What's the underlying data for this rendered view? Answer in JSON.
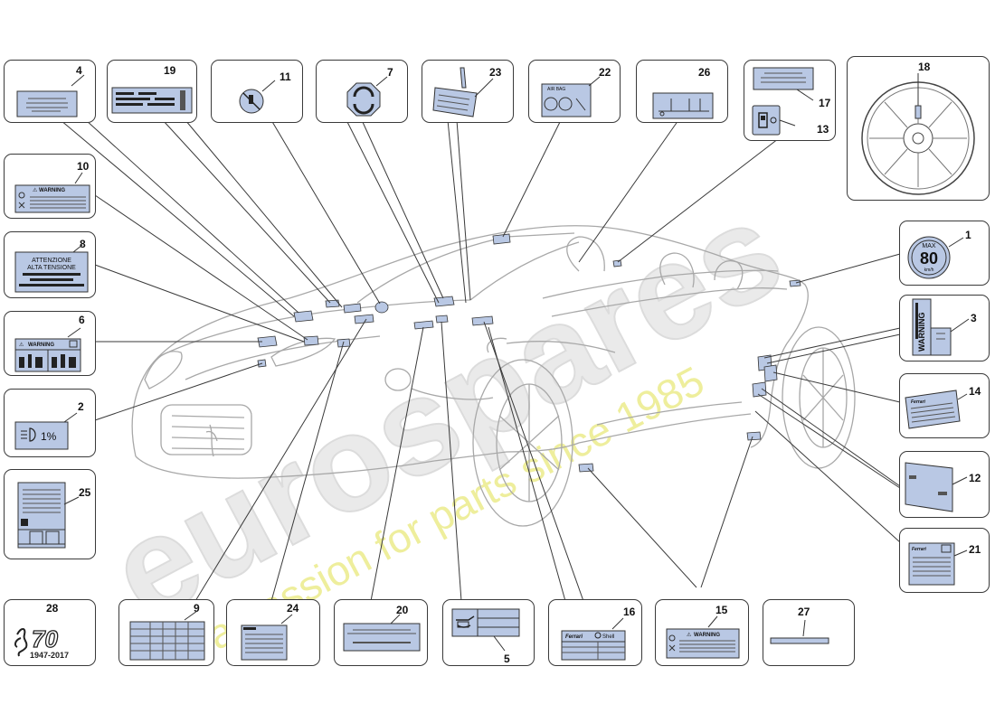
{
  "callouts": {
    "c1": "1",
    "c2": "2",
    "c3": "3",
    "c4": "4",
    "c5": "5",
    "c6": "6",
    "c7": "7",
    "c8": "8",
    "c9": "9",
    "c10": "10",
    "c11": "11",
    "c12": "12",
    "c13": "13",
    "c14": "14",
    "c15": "15",
    "c16": "16",
    "c17": "17",
    "c18": "18",
    "c19": "19",
    "c20": "20",
    "c21": "21",
    "c22": "22",
    "c23": "23",
    "c24": "24",
    "c25": "25",
    "c26": "26",
    "c27": "27",
    "c28": "28"
  },
  "label_texts": {
    "warning": "WARNING",
    "attenzione_line1": "ATTENZIONE",
    "attenzione_line2": "ALTA TENSIONE",
    "headlamp_pct": "1%",
    "max_word": "MAX",
    "max_speed": "80",
    "speed_unit": "km/h",
    "airbag": "AIR BAG",
    "shell": "Shell",
    "ferrari": "Ferrari",
    "anniv_number": "70",
    "anniv_years": "1947-2017"
  },
  "watermark": {
    "brand": "eurospares",
    "tagline": "a passion for parts since 1985"
  },
  "colors": {
    "label_fill": "#b9c8e4",
    "outline": "#3a3a3a",
    "car_lines": "#a8a8a8",
    "watermark": "#e6e6e6",
    "watermark_tagline": "#ecec9a"
  }
}
